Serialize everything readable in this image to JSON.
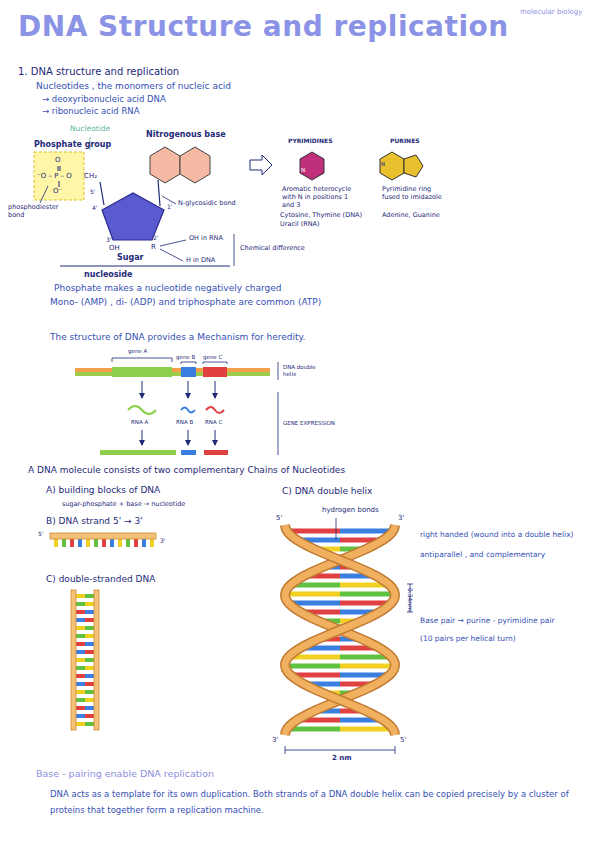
{
  "diagram": {
    "title": "DNA Structure and replication",
    "labels": [
      "molecular biology",
      "1. DNA structure and replication",
      "Nucleotides , the monomers of nucleic acid",
      "→ deoxyribonucleic acid DNA",
      "→ ribonucleic acid RNA",
      "Nucleotide",
      "Nitrogenous base",
      "Phosphate group",
      "O",
      "⁻O – P – O",
      "CH₂",
      "O⁻",
      "5'",
      "phosphodiester bond",
      "N-glycosidic bond",
      "4'",
      "1'",
      "3'",
      "2'",
      "OH",
      "R",
      "OH in RNA",
      "H in DNA",
      "Chemical difference",
      "Sugar",
      "nucleoside",
      "PYRIMIDINES",
      "N",
      "N",
      "Aromatic heterocycle with N in positions 1 and 3",
      "Cytosine, Thymine (DNA)",
      "Uracil (RNA)",
      "PURINES",
      "N",
      "Pyrimidine ring fused to imidazole",
      "Adenine, Guanine",
      "Phosphate makes a nucleotide negatively charged",
      "Mono- (AMP) , di- (ADP) and triphosphate are common (ATP)",
      "The structure of DNA provides a Mechanism for heredity.",
      "gene A",
      "gene B",
      "gene C",
      "DNA double helix",
      "RNA A",
      "RNA B",
      "RNA C",
      "GENE EXPRESSION",
      "A DNA molecule consists of two complementary Chains of Nucleotides",
      "A) building blocks of DNA",
      "sugar-phosphate + base → nucleotide",
      "B) DNA strand 5' → 3'",
      "5'",
      "3'",
      "C) double-stranded DNA",
      "C) DNA double helix",
      "hydrogen bonds",
      "5'",
      "3'",
      "right handed (wound into a double helix)",
      "antiparallel , and complementary",
      "0.34nm",
      "Base pair → purine - pyrimidine pair",
      "(10 pairs per helical turn)",
      "3'",
      "5'",
      "2 nm",
      "Base - pairing enable DNA replication",
      "DNA acts as a template for its own duplication. Both strands of a DNA double helix can be copied precisely by a cluster of proteins that together form a replication machine."
    ]
  }
}
